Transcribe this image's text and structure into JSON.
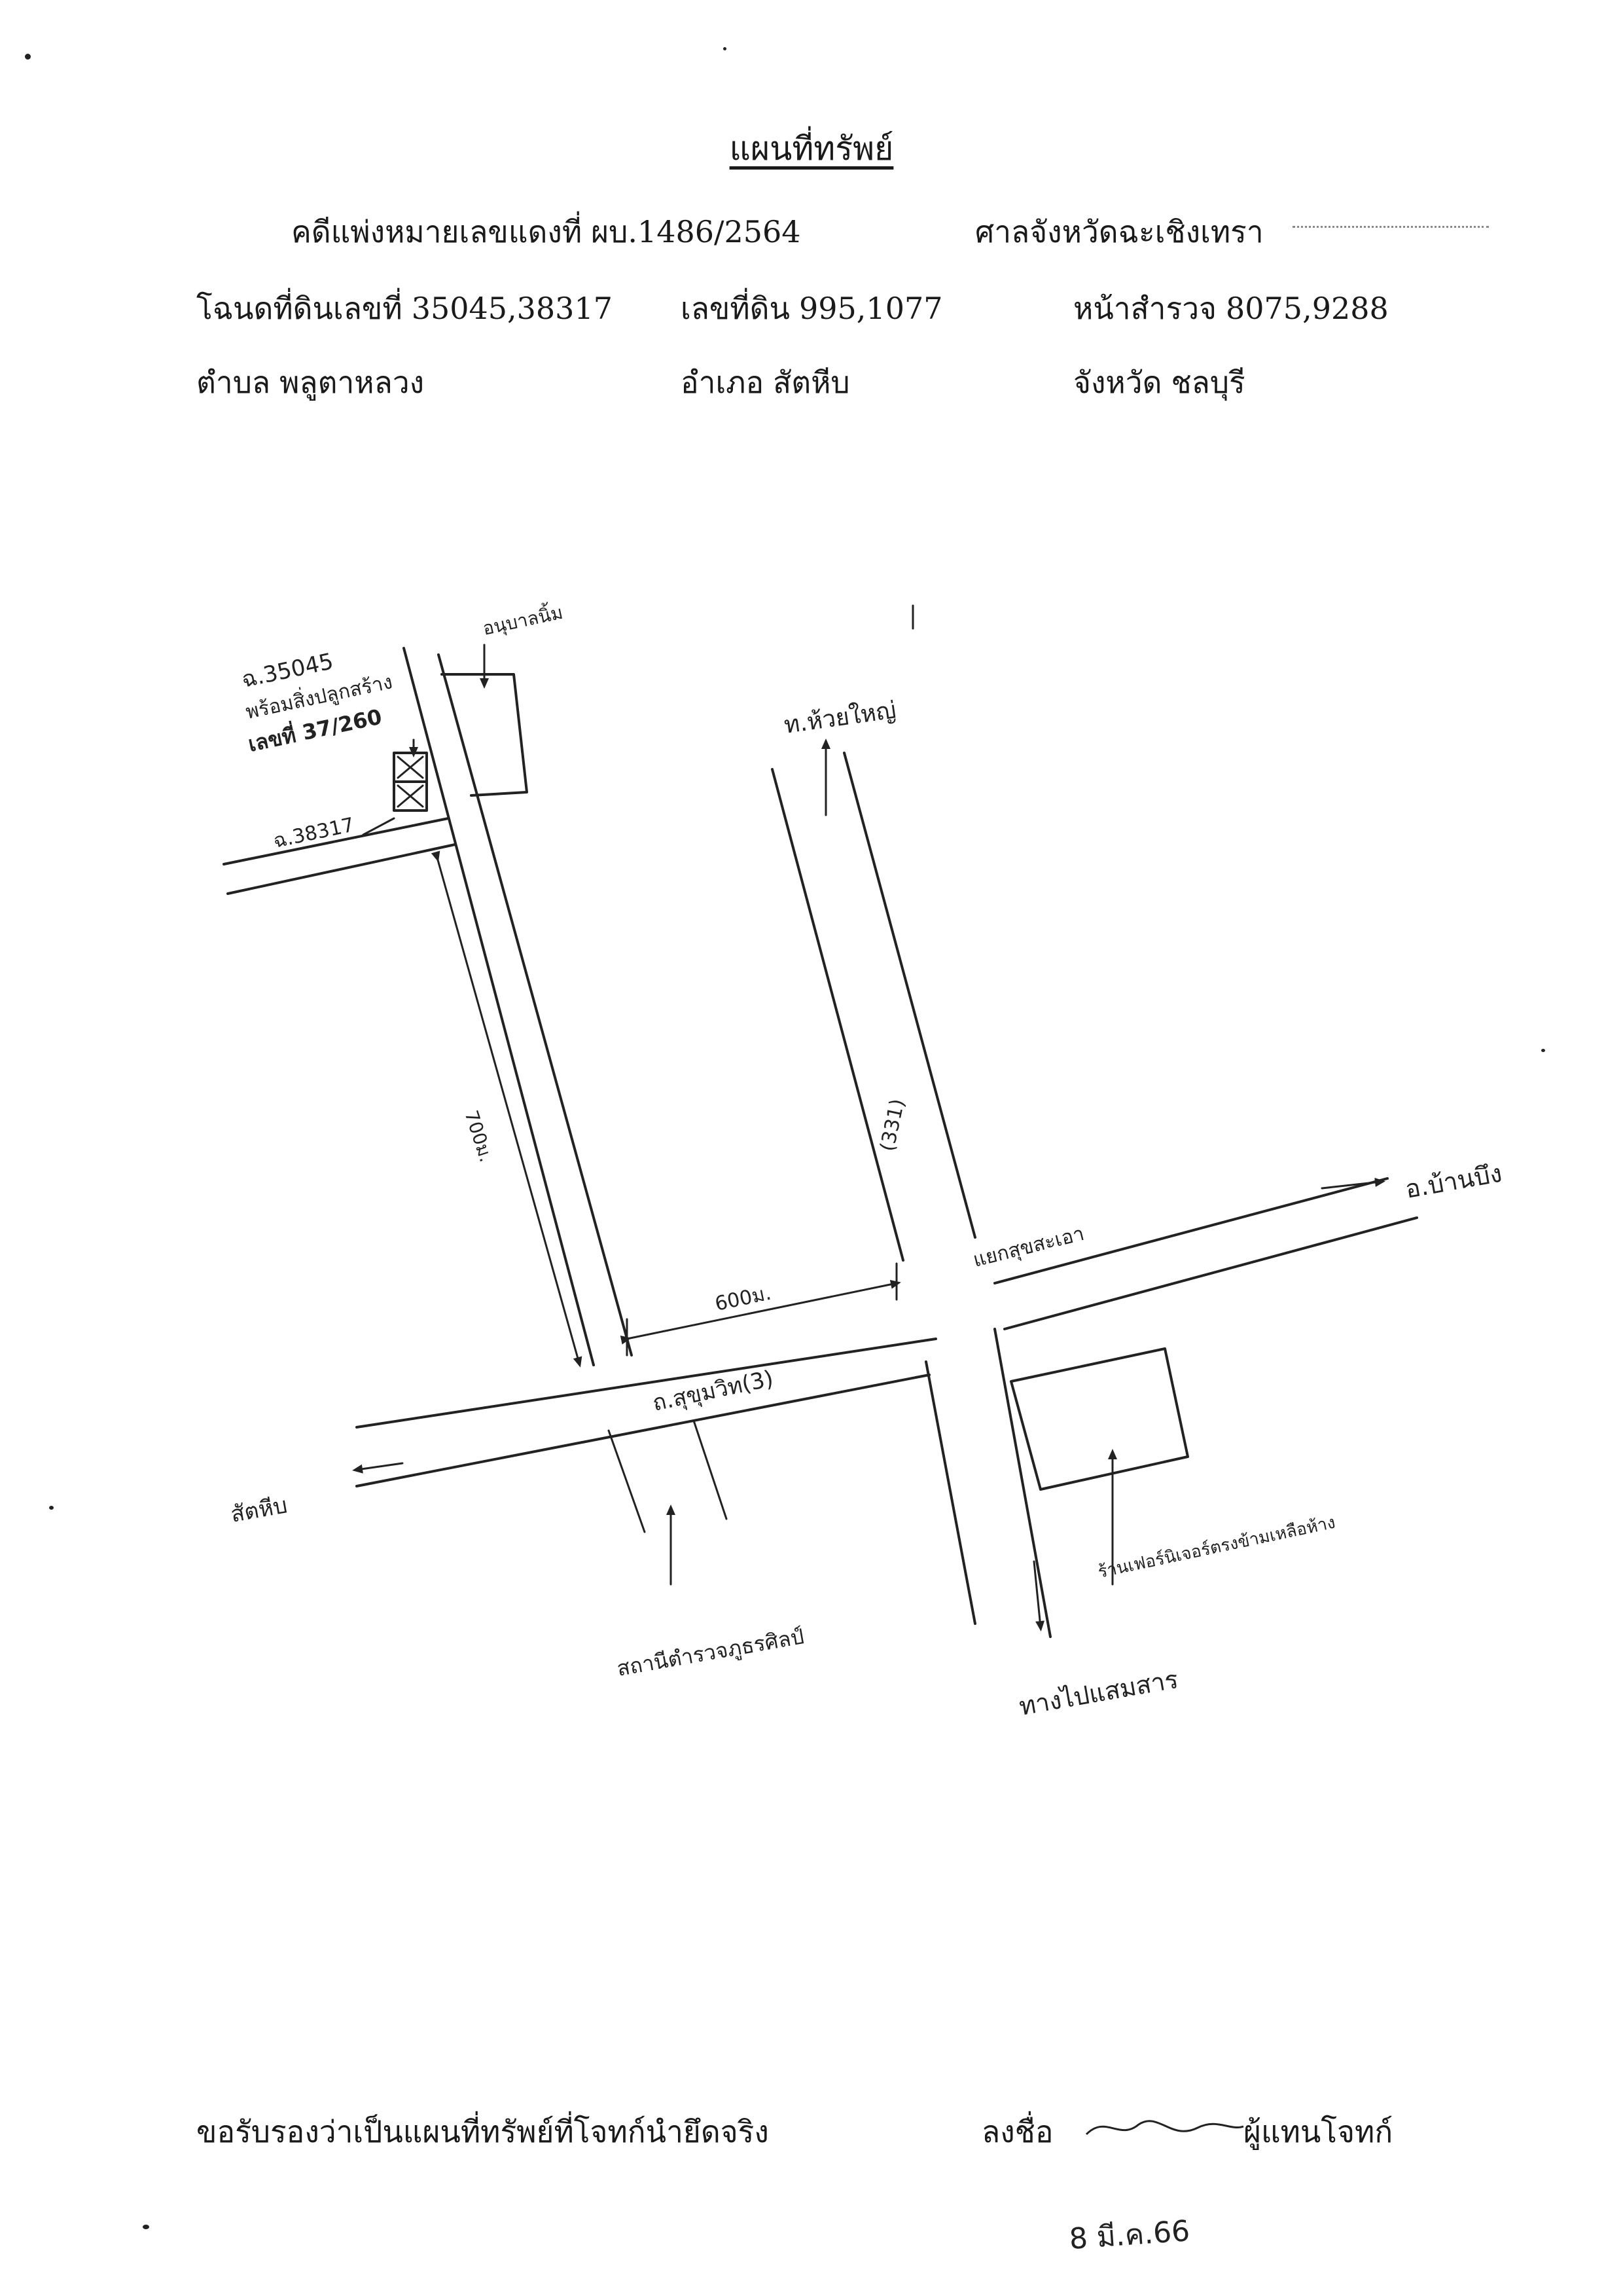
{
  "header": {
    "title": "แผนที่ทรัพย์",
    "case_label": "คดีแพ่งหมายเลขแดงที่",
    "case_number": "ผบ.1486/2564",
    "court": "ศาลจังหวัดฉะเชิงเทรา",
    "deed_label": "โฉนดที่ดินเลขที่",
    "deed_numbers": "35045,38317",
    "land_label": "เลขที่ดิน",
    "land_numbers": "995,1077",
    "survey_label": "หน้าสำรวจ",
    "survey_numbers": "8075,9288",
    "subdistrict_label": "ตำบล",
    "subdistrict": "พลูตาหลวง",
    "district_label": "อำเภอ",
    "district": "สัตหีบ",
    "province_label": "จังหวัด",
    "province": "ชลบุรี"
  },
  "map": {
    "deed_35045": "ฉ.35045",
    "building_note": "พร้อมสิ่งปลูกสร้าง",
    "house_number": "เลขที่ 37/260",
    "deed_38317": "ฉ.38317",
    "top_landmark": "อนุบาลนิ้ม",
    "to_huai_yai": "ท.ห้วยใหญ่",
    "road_331": "(331)",
    "distance_700": "700ม.",
    "distance_600": "600ม.",
    "road_sukhumvit": "ถ.สุขุมวิท(3)",
    "intersection": "แยกสุขสะเอา",
    "to_ban_bueng": "อ.บ้านบึง",
    "to_sattahip": "สัตหีบ",
    "police_station": "สถานีตำรวจภูธรศิลป์",
    "royal_shop": "ร้านเฟอร์นิเจอร์ตรงข้ามเหลือห้าง",
    "hospital": "ทางไปแสมสาร"
  },
  "footer": {
    "certify": "ขอรับรองว่าเป็นแผนที่ทรัพย์ที่โจทก์นำยึดจริง",
    "sign_label": "ลงชื่อ",
    "signer_role": "ผู้แทนโจทก์",
    "date": "8 มี.ค.66"
  }
}
